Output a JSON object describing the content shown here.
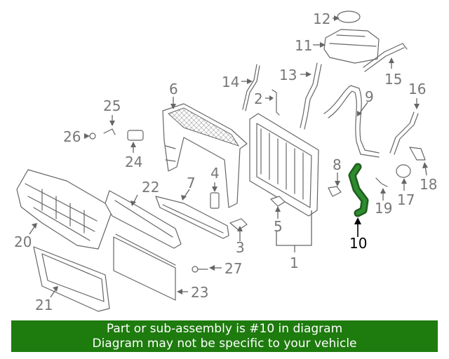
{
  "callouts": [
    "1",
    "2",
    "3",
    "4",
    "5",
    "6",
    "7",
    "8",
    "9",
    "10",
    "11",
    "12",
    "13",
    "14",
    "15",
    "16",
    "17",
    "18",
    "19",
    "20",
    "21",
    "22",
    "23",
    "24",
    "25",
    "26",
    "27"
  ],
  "highlighted_part": "10",
  "banner": {
    "line1": "Part or sub-assembly is #10 in diagram",
    "line2": "Diagram may not be specific to your vehicle"
  },
  "colors": {
    "banner_bg": "#1e7b0e",
    "banner_text": "#ffffff",
    "highlight_part": "#1e5e1e",
    "line_art": "#666666"
  }
}
